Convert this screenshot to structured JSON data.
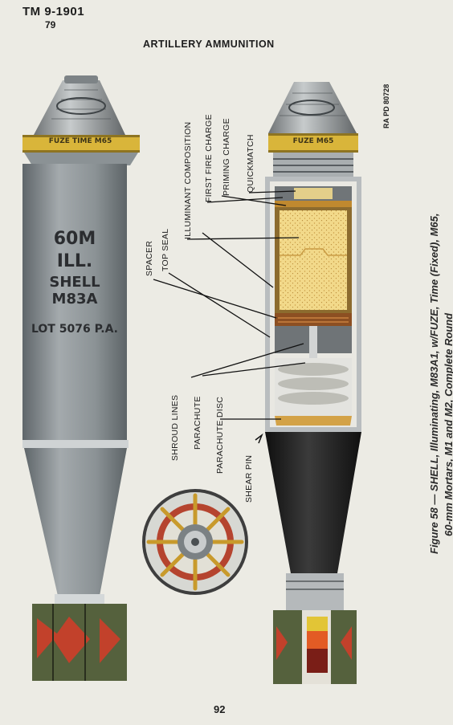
{
  "header": {
    "manual": "TM 9-1901",
    "manual_page": "79",
    "section_title": "ARTILLERY AMMUNITION"
  },
  "page_number": "92",
  "reference_code": "RA PD 80728",
  "caption": {
    "line1": "Figure 58 — SHELL, Illuminating, M83A1, w/FUZE, Time (Fixed), M65,",
    "line2": "60-mm Mortars, M1 and M2, Complete Round"
  },
  "shell_exterior": {
    "fuze_band": "FUZE TIME  M65",
    "stencil_line1": "60M",
    "stencil_line2": "ILL.",
    "stencil_line3": "SHELL M83A",
    "lot_marking": "LOT 5076 P.A."
  },
  "shell_cutaway": {
    "fuze_band": "FUZE M65"
  },
  "callouts": {
    "illuminant_composition": "ILLUMINANT COMPOSITION",
    "first_fire_charge": "FIRST FIRE CHARGE",
    "priming_charge": "PRIMING CHARGE",
    "quickmatch": "QUICKMATCH",
    "spacer": "SPACER",
    "top_seal": "TOP SEAL",
    "shroud_lines": "SHROUD LINES",
    "parachute": "PARACHUTE",
    "parachute_disc": "PARACHUTE DISC",
    "shear_pin": "SHEAR PIN"
  },
  "colors": {
    "page": "#ecebe4",
    "shell_gray": "#8f9699",
    "fuze_band": "#d9b53a",
    "fin_red": "#c2412b",
    "fin_green": "#55613d",
    "illuminant_yellow": "#f2d98a",
    "body_black": "#1c1c1c"
  }
}
